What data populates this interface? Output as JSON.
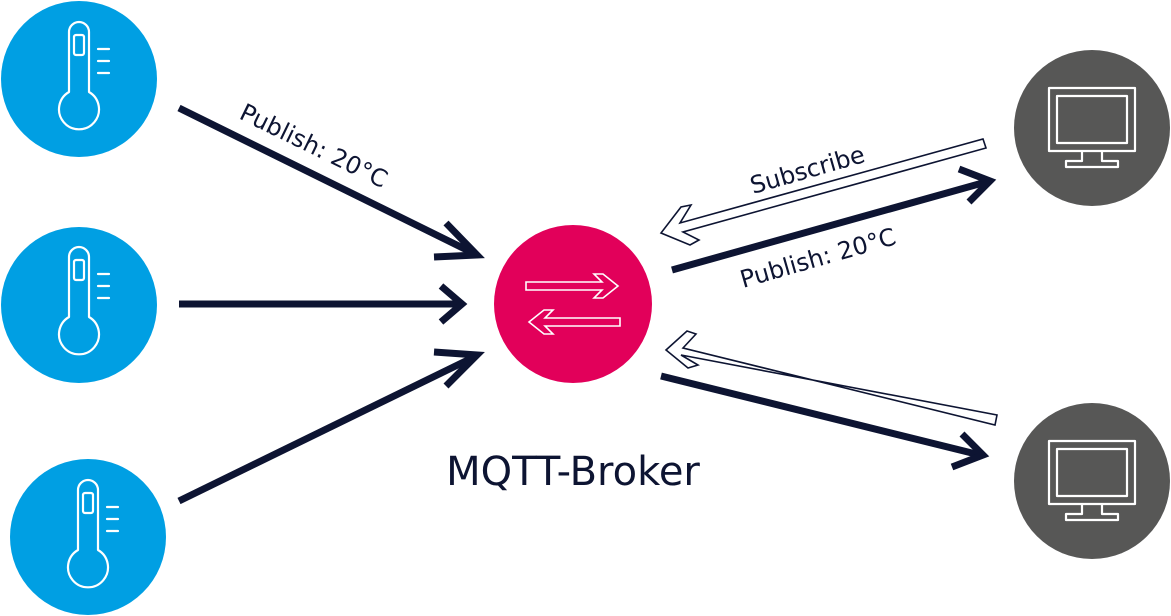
{
  "diagram": {
    "type": "mqtt-publish-subscribe",
    "broker": {
      "label": "MQTT-Broker",
      "icon": "exchange-arrows-icon",
      "color": "#E2005A"
    },
    "publishers": [
      {
        "icon": "thermometer-icon",
        "color": "#009FE3"
      },
      {
        "icon": "thermometer-icon",
        "color": "#009FE3"
      },
      {
        "icon": "thermometer-icon",
        "color": "#009FE3"
      }
    ],
    "subscribers": [
      {
        "icon": "monitor-icon",
        "color": "#575756"
      },
      {
        "icon": "monitor-icon",
        "color": "#575756"
      }
    ],
    "labels": {
      "publish_in": "Publish: 20°C",
      "subscribe": "Subscribe",
      "publish_out": "Publish: 20°C"
    },
    "colors": {
      "arrow": "#0D1432",
      "text": "#0D1432"
    }
  }
}
